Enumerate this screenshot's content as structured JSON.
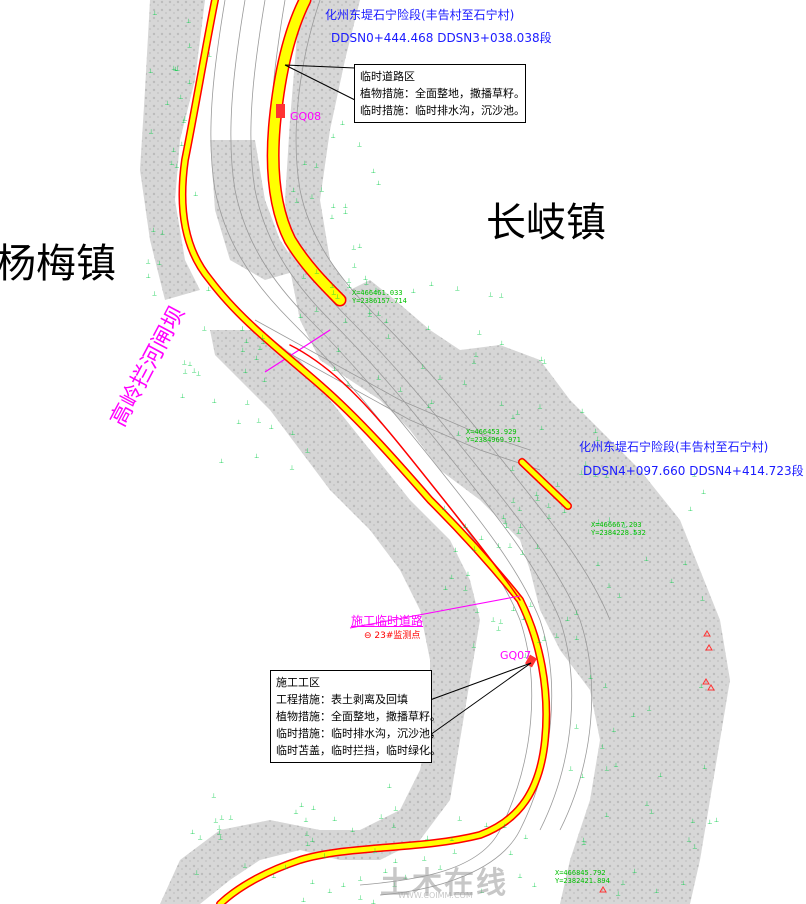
{
  "towns": {
    "west": "杨梅镇",
    "east": "长岐镇"
  },
  "segments": {
    "upper": {
      "title": "化州东堤石宁险段(丰告村至石宁村)",
      "range": "DDSN0+444.468   DDSN3+038.038段"
    },
    "middle": {
      "title": "化州东堤石宁险段(丰告村至石宁村)",
      "range": "DDSN4+097.660   DDSN4+414.723段"
    }
  },
  "dam_label": "高岭拦河闸坝",
  "road_label": "施工临时道路",
  "monitor_point": {
    "symbol": "⊖",
    "label": "23#监测点"
  },
  "points": {
    "upper": "GQ08",
    "lower": "GQ07"
  },
  "notes": {
    "temp_road": {
      "title": "临时道路区",
      "lines": [
        "植物措施：全面整地，撒播草籽。",
        "临时措施：临时排水沟，沉沙池。"
      ]
    },
    "construction": {
      "title": "施工工区",
      "lines": [
        "工程措施：表土剥离及回填",
        "植物措施：全面整地，撒播草籽。",
        "临时措施：临时排水沟，沉沙池，",
        "临时苫盖，临时拦挡，临时绿化。"
      ]
    }
  },
  "coords": {
    "c1": [
      "X=466461.033",
      "Y=2386157.714"
    ],
    "c2": [
      "X=466453.929",
      "Y=2384969.971"
    ],
    "c3": [
      "X=466667.203",
      "Y=2384228.532"
    ],
    "c4": [
      "X=466845.792",
      "Y=2382421.894"
    ]
  },
  "watermark": {
    "main": "土木在线",
    "url": "WWW.COIMM.COM"
  },
  "colors": {
    "embankment_fill": "#ffff00",
    "embankment_edge": "#ff0000",
    "vegetation": "#00cc44",
    "magenta": "#ff00ff",
    "label_blue": "#1a1aff",
    "terrain": "#c8c8c8"
  }
}
